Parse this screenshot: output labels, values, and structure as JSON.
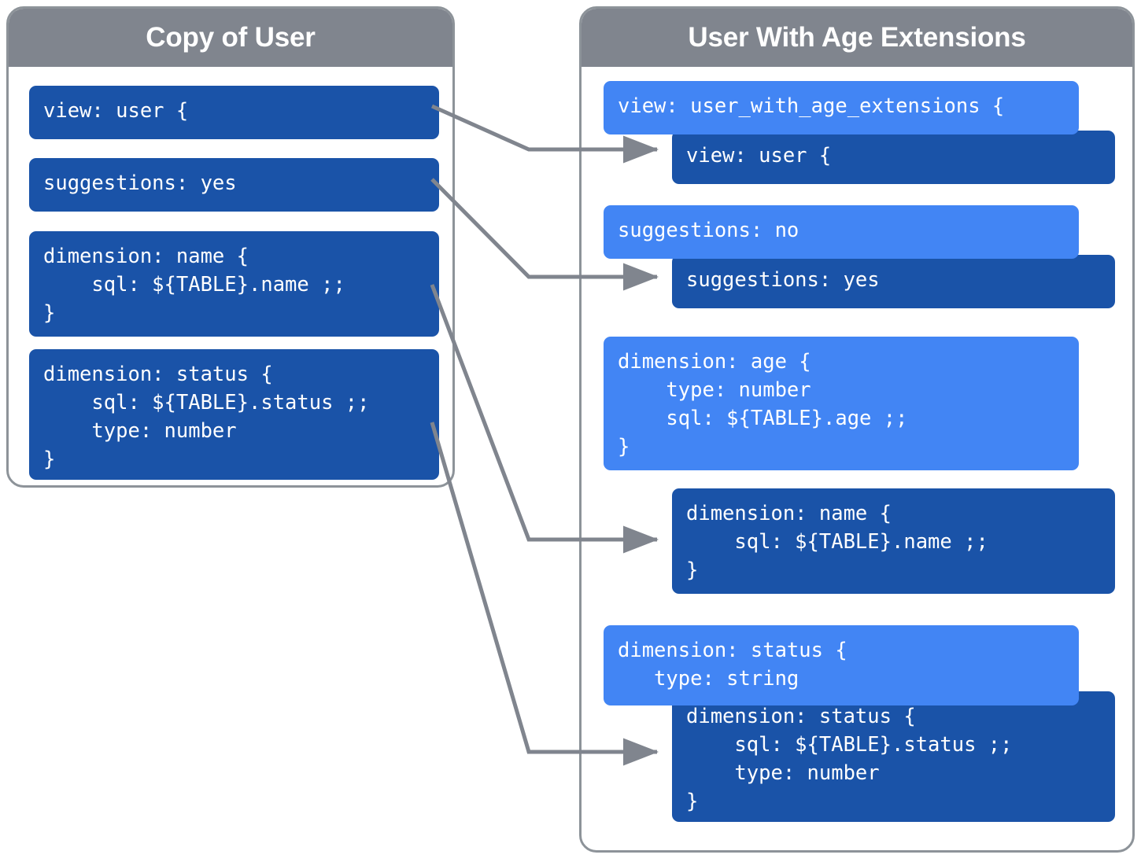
{
  "panels": {
    "left": {
      "title": "Copy of User",
      "cards": [
        {
          "id": "left-view",
          "text": "view: user {"
        },
        {
          "id": "left-suggestions",
          "text": "suggestions: yes"
        },
        {
          "id": "left-dimension-name",
          "text": "dimension: name {\n    sql: ${TABLE}.name ;;\n}"
        },
        {
          "id": "left-dimension-status",
          "text": "dimension: status {\n    sql: ${TABLE}.status ;;\n    type: number\n}"
        }
      ]
    },
    "right": {
      "title": "User With Age Extensions",
      "cards": [
        {
          "id": "right-view-extension",
          "text": "view: user_with_age_extensions {"
        },
        {
          "id": "right-view-inherited",
          "text": "view: user {"
        },
        {
          "id": "right-suggestions-extension",
          "text": "suggestions: no"
        },
        {
          "id": "right-suggestions-inherited",
          "text": "suggestions: yes"
        },
        {
          "id": "right-dimension-age",
          "text": "dimension: age {\n    type: number\n    sql: ${TABLE}.age ;;\n}"
        },
        {
          "id": "right-dimension-name",
          "text": "dimension: name {\n    sql: ${TABLE}.name ;;\n}"
        },
        {
          "id": "right-dimension-status-extension",
          "text": "dimension: status {\n   type: string"
        },
        {
          "id": "right-dimension-status-inherited",
          "text": "dimension: status {\n    sql: ${TABLE}.status ;;\n    type: number\n}"
        }
      ]
    }
  },
  "connectors": [
    {
      "id": "arrow-view",
      "from": "left-view",
      "to": "right-view-inherited"
    },
    {
      "id": "arrow-suggestions",
      "from": "left-suggestions",
      "to": "right-suggestions-inherited"
    },
    {
      "id": "arrow-name",
      "from": "left-dimension-name",
      "to": "right-dimension-name"
    },
    {
      "id": "arrow-status",
      "from": "left-dimension-status",
      "to": "right-dimension-status-inherited"
    }
  ],
  "colors": {
    "panel_border": "#8d9399",
    "panel_header": "#80858e",
    "card_dark": "#1a53a8",
    "card_light": "#4285f4",
    "connector": "#80858e",
    "background": "#ffffff",
    "text": "#ffffff"
  }
}
